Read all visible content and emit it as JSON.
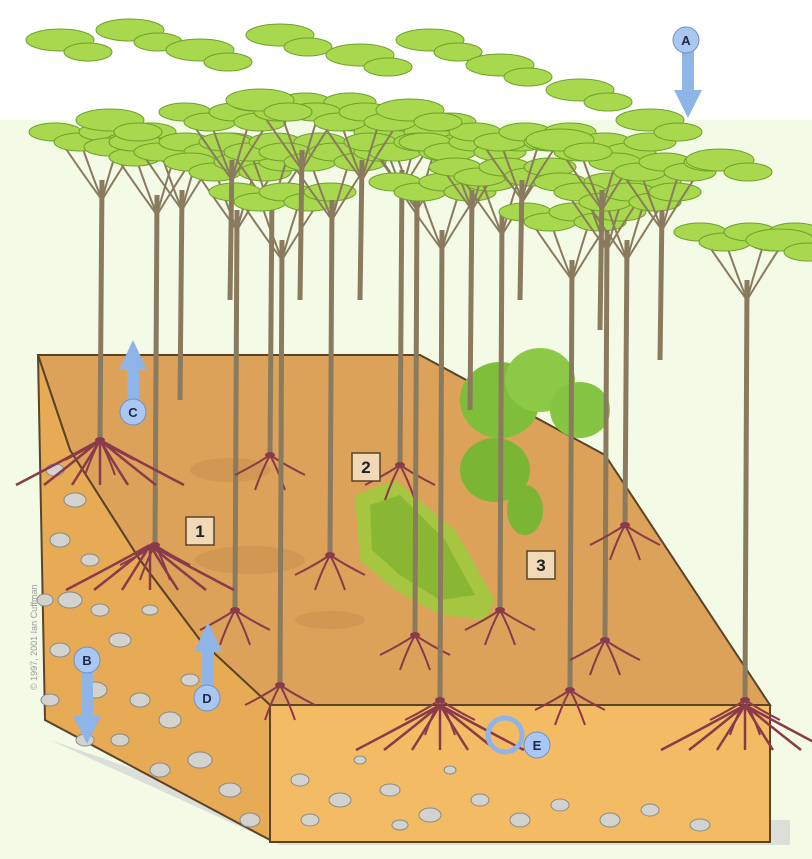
{
  "diagram": {
    "colors": {
      "background_panel": "#f3fae6",
      "soil_top": "#dca25a",
      "soil_front": "#f3bc64",
      "soil_side": "#e7aa55",
      "trunk": "#8a7a5e",
      "leaf": "#a8d84e",
      "leaf_dark": "#6fa22a",
      "root": "#8a3a4a",
      "arrow": "#8fb4e8",
      "badge": "#f1d8b6",
      "stone": "#d2d2cf"
    },
    "arrows": [
      {
        "letter": "A",
        "direction": "down"
      },
      {
        "letter": "B",
        "direction": "down"
      },
      {
        "letter": "C",
        "direction": "up"
      },
      {
        "letter": "D",
        "direction": "up"
      },
      {
        "letter": "E",
        "direction": "cycle"
      }
    ],
    "zones": [
      {
        "number": "1"
      },
      {
        "number": "2"
      },
      {
        "number": "3"
      }
    ],
    "credit": "© 1997, 2001 Ian Cuffman"
  }
}
